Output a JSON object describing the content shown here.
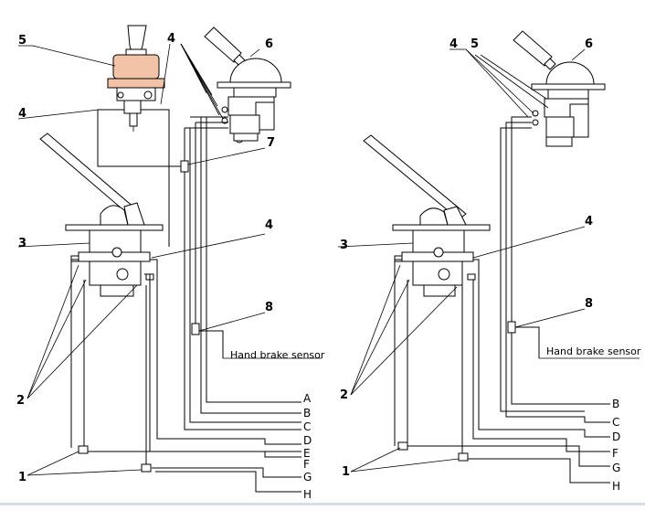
{
  "left": {
    "callouts": [
      "5",
      "4",
      "4",
      "6",
      "7",
      "3",
      "4",
      "8",
      "2",
      "1"
    ],
    "ports": [
      "A",
      "B",
      "C",
      "D",
      "E",
      "F",
      "G",
      "H"
    ],
    "sensor_label": "Hand brake sensor"
  },
  "right": {
    "callouts": [
      "4",
      "5",
      "6",
      "4",
      "3",
      "8",
      "2",
      "1"
    ],
    "ports": [
      "B",
      "C",
      "D",
      "F",
      "G",
      "H"
    ],
    "sensor_label": "Hand brake sensor"
  },
  "colors": {
    "highlight_part": "#f2c3a6",
    "line": "#000000"
  }
}
